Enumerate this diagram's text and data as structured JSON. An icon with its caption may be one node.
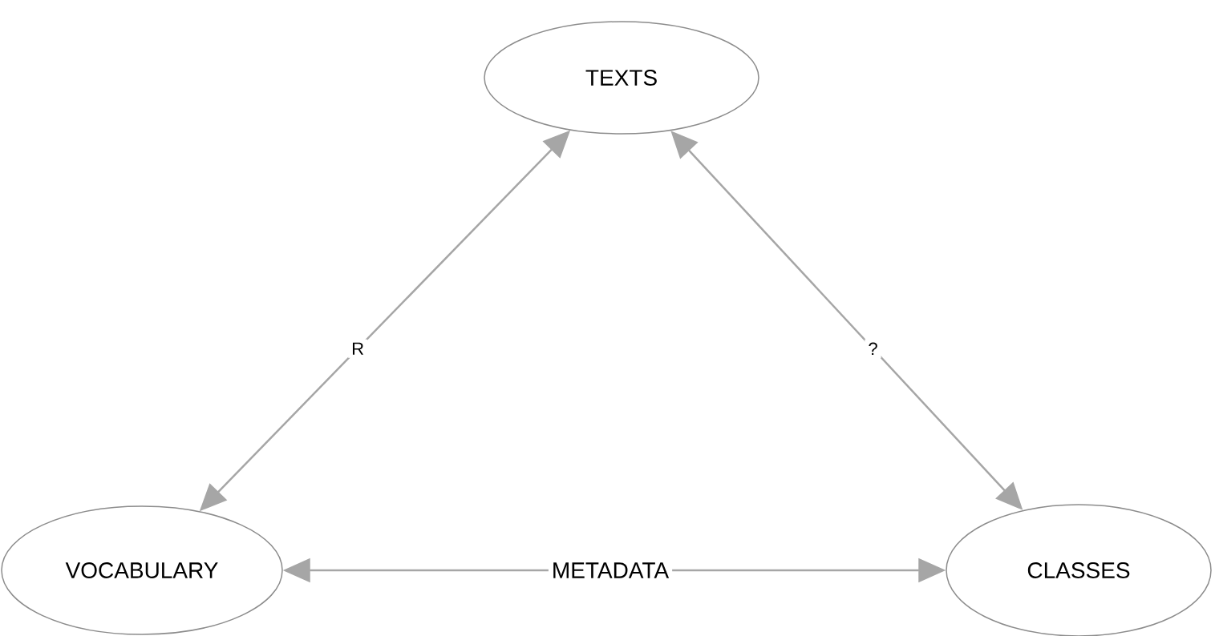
{
  "diagram": {
    "nodes": [
      {
        "text": [
          "TEXTS"
        ]
      },
      {
        "text": [
          "VOCABULARY"
        ]
      },
      {
        "text": [
          "CLASSES"
        ]
      }
    ],
    "edges": [
      {
        "from": 1,
        "to": 0,
        "arrow": "both",
        "label": "R"
      },
      {
        "from": 0,
        "to": 2,
        "arrow": "both",
        "label": "?"
      },
      {
        "from": 1,
        "to": 2,
        "arrow": "both",
        "label": "METADATA"
      }
    ]
  }
}
